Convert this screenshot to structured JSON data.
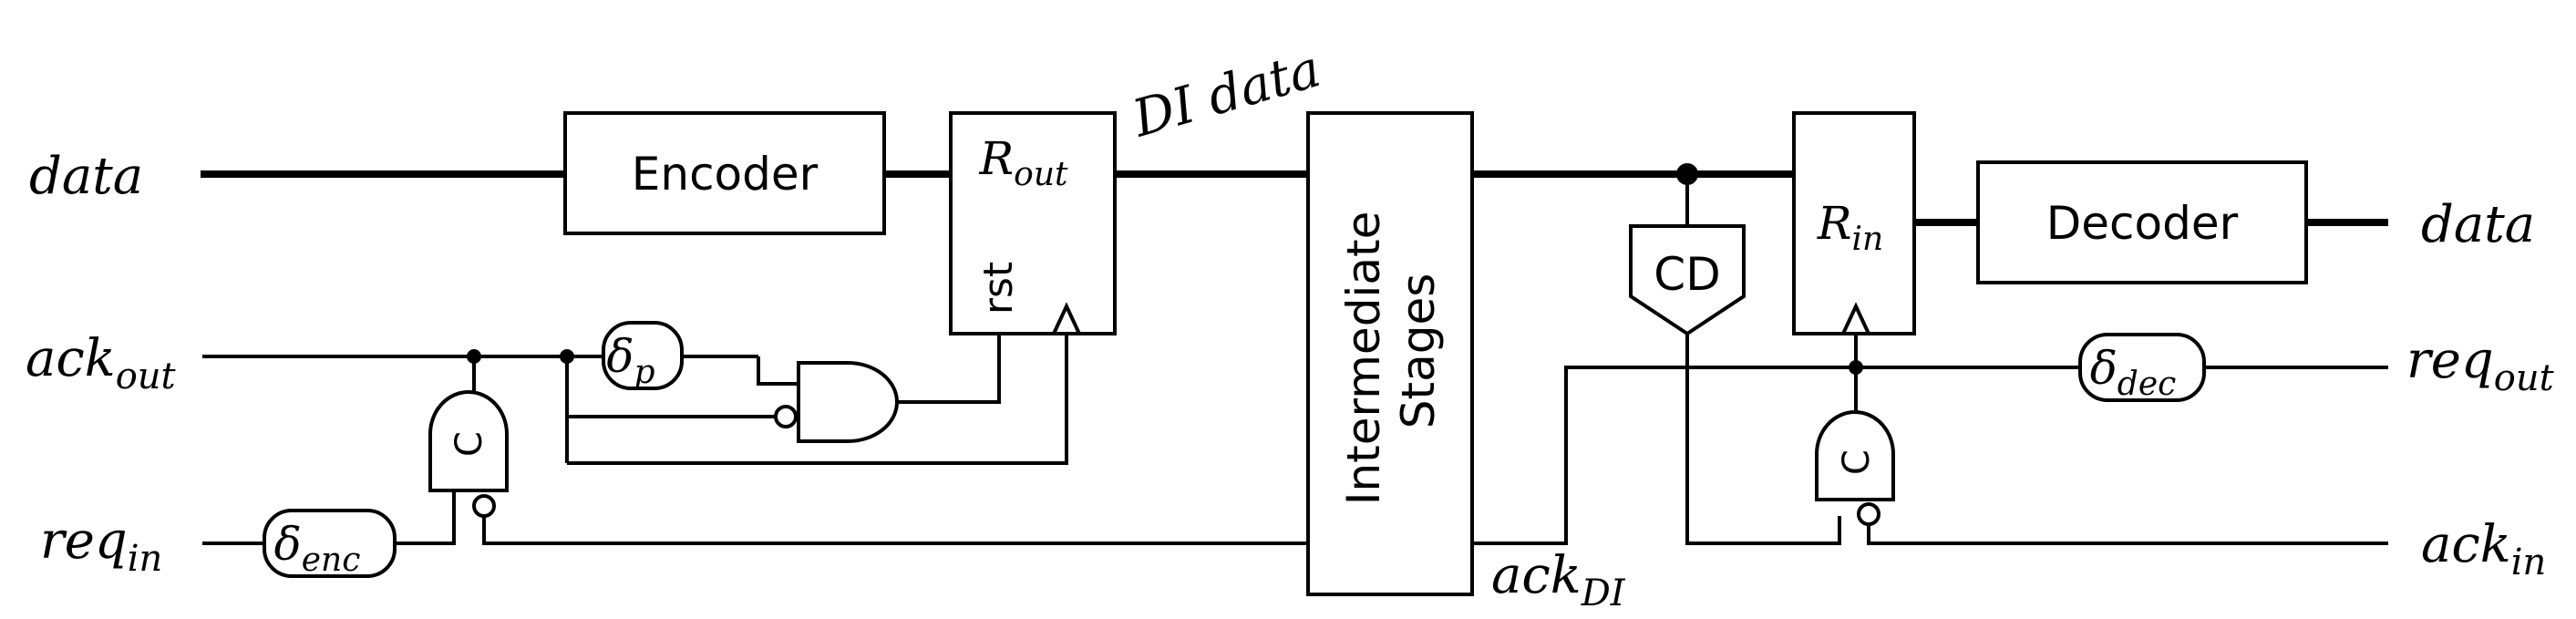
{
  "signals": {
    "data_in": "data",
    "data_out": "data",
    "ack_out": {
      "base": "ack",
      "sub": "out"
    },
    "req_in": {
      "base": "req",
      "sub": "in"
    },
    "req_out": {
      "base": "req",
      "sub": "out"
    },
    "ack_in": {
      "base": "ack",
      "sub": "in"
    },
    "ack_di": {
      "base": "ack",
      "sub": "DI"
    },
    "di_data": "DI data"
  },
  "blocks": {
    "encoder": "Encoder",
    "decoder": "Decoder",
    "r_out": {
      "base": "R",
      "sub": "out"
    },
    "r_in": {
      "base": "R",
      "sub": "in"
    },
    "rst": "rst",
    "intermediate": [
      "Intermediate",
      "Stages"
    ],
    "cd": "CD"
  },
  "delays": {
    "p": {
      "base": "δ",
      "sub": "p"
    },
    "enc": {
      "base": "δ",
      "sub": "enc"
    },
    "dec": {
      "base": "δ",
      "sub": "dec"
    }
  },
  "gates": {
    "c_element": "C"
  }
}
